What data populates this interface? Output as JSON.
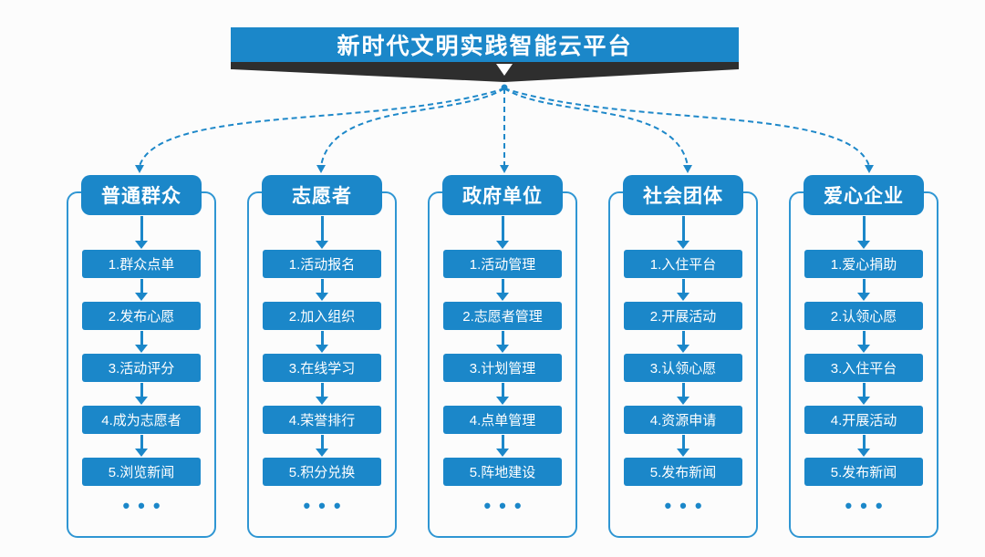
{
  "title": "新时代文明实践智能云平台",
  "more_label": "•••",
  "colors": {
    "primary_blue": "#1b87c9",
    "outline_blue": "#2f96d3",
    "connector_blue": "#1e88c9",
    "ribbon_dark": "#2e2e2e",
    "text_white": "#ffffff",
    "background": "#fcfcfc"
  },
  "columns": [
    {
      "header": "普通群众",
      "items": [
        "1.群众点单",
        "2.发布心愿",
        "3.活动评分",
        "4.成为志愿者",
        "5.浏览新闻"
      ]
    },
    {
      "header": "志愿者",
      "items": [
        "1.活动报名",
        "2.加入组织",
        "3.在线学习",
        "4.荣誉排行",
        "5.积分兑换"
      ]
    },
    {
      "header": "政府单位",
      "items": [
        "1.活动管理",
        "2.志愿者管理",
        "3.计划管理",
        "4.点单管理",
        "5.阵地建设"
      ]
    },
    {
      "header": "社会团体",
      "items": [
        "1.入住平台",
        "2.开展活动",
        "3.认领心愿",
        "4.资源申请",
        "5.发布新闻"
      ]
    },
    {
      "header": "爱心企业",
      "items": [
        "1.爱心捐助",
        "2.认领心愿",
        "3.入住平台",
        "4.开展活动",
        "5.发布新闻"
      ]
    }
  ]
}
